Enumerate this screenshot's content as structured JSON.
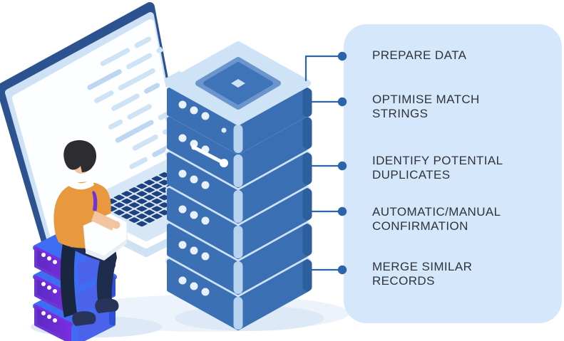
{
  "panel": {
    "background": "#d5e7fa",
    "text_color": "#2f343c",
    "accent_color": "#2d63a8"
  },
  "steps": [
    {
      "label": "PREPARE DATA"
    },
    {
      "label": "OPTIMISE MATCH\nSTRINGS"
    },
    {
      "label": "IDENTIFY POTENTIAL\nDUPLICATES"
    },
    {
      "label": "AUTOMATIC/MANUAL\nCONFIRMATION"
    },
    {
      "label": "MERGE SIMILAR\nRECORDS"
    }
  ],
  "illustration": {
    "elements": [
      "laptop-with-code-screen-icon",
      "keyboard-icon",
      "person-with-laptop-icon",
      "large-server-stack-icon",
      "small-server-stack-icon"
    ],
    "colors": {
      "server_blue": "#3b70b4",
      "server_light_blue": "#cfe3f7",
      "server_dark_edge": "#2d5f9f",
      "server_ridge": "#b7d3f0",
      "keyboard_navy": "#1e4180",
      "laptop_edge_navy": "#2d5290",
      "small_stack_purple": "#6d35d2",
      "small_stack_blue": "#3e6cf2",
      "shirt_orange": "#e9993d",
      "skin": "#f2c5a0",
      "hair": "#2d2c30",
      "pants": "#1e2c4d",
      "shadow": "#dde9f6"
    }
  }
}
